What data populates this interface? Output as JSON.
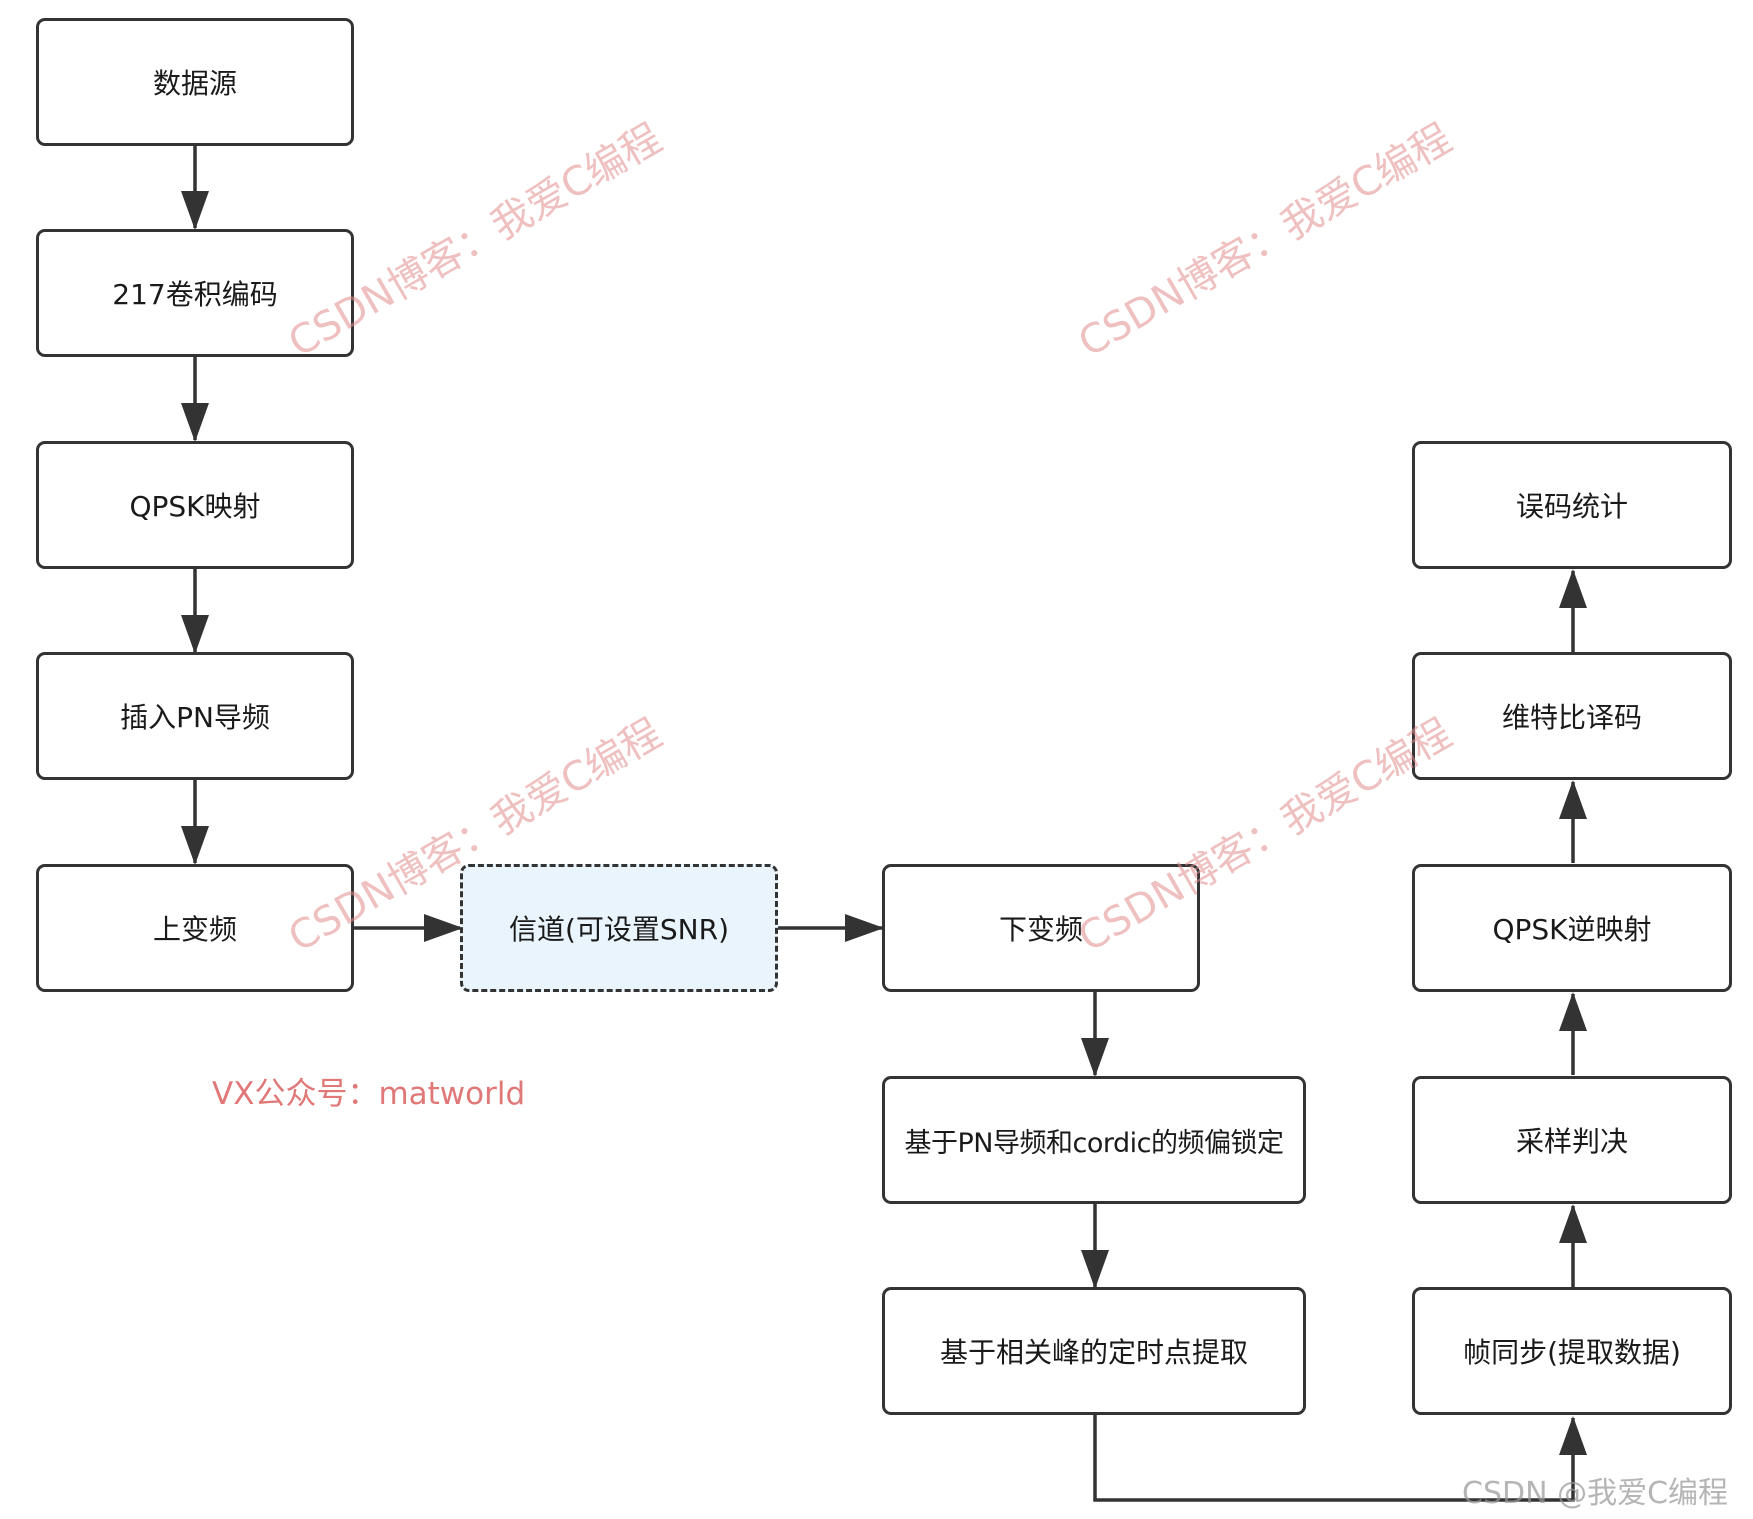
{
  "nodes": {
    "data_source": "数据源",
    "conv_encode": "217卷积编码",
    "qpsk_map": "QPSK映射",
    "insert_pn": "插入PN导频",
    "upconvert": "上变频",
    "channel": "信道(可设置SNR)",
    "downconvert": "下变频",
    "freq_lock": "基于PN导频和cordic的频偏锁定",
    "timing": "基于相关峰的定时点提取",
    "frame_sync": "帧同步(提取数据)",
    "sample_decide": "采样判决",
    "qpsk_demap": "QPSK逆映射",
    "viterbi": "维特比译码",
    "ber_stats": "误码统计"
  },
  "watermark_text": "CSDN博客：我爱C编程",
  "vx_note": "VX公众号：matworld",
  "corner_mark": "CSDN @我爱C编程",
  "colors": {
    "stroke": "#333333",
    "channel_fill": "#eaf4fd",
    "watermark": "#e28c8c",
    "vx_note": "#e07878"
  }
}
